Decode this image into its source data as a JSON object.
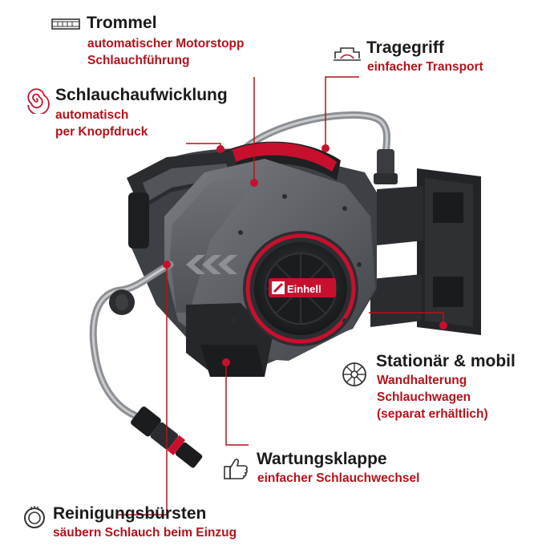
{
  "colors": {
    "accent": "#c8102e",
    "callout_red": "#b5121b",
    "text": "#1a1a1a",
    "body": "#5b5d60",
    "dark": "#2d2f32"
  },
  "product": {
    "brand": "Einhell"
  },
  "callouts": {
    "trommel": {
      "title": "Trommel",
      "lines": [
        "automatischer Motorstopp",
        "Schlauchführung"
      ],
      "icon": "drum-icon"
    },
    "tragegriff": {
      "title": "Tragegriff",
      "lines": [
        "einfacher Transport"
      ],
      "icon": "handle-icon"
    },
    "schlauch": {
      "title": "Schlauchaufwicklung",
      "lines": [
        "automatisch",
        "per Knopfdruck"
      ],
      "icon": "spiral-icon"
    },
    "stationaer": {
      "title": "Stationär & mobil",
      "lines": [
        "Wandhalterung",
        "Schlauchwagen",
        "(separat erhältlich)"
      ],
      "icon": "wheel-icon"
    },
    "wartung": {
      "title": "Wartungsklappe",
      "lines": [
        "einfacher Schlauchwechsel"
      ],
      "icon": "thumbs-up-icon"
    },
    "reinigung": {
      "title": "Reinigungsbürsten",
      "lines": [
        "säubern Schlauch beim Einzug"
      ],
      "icon": "ring-icon"
    }
  }
}
